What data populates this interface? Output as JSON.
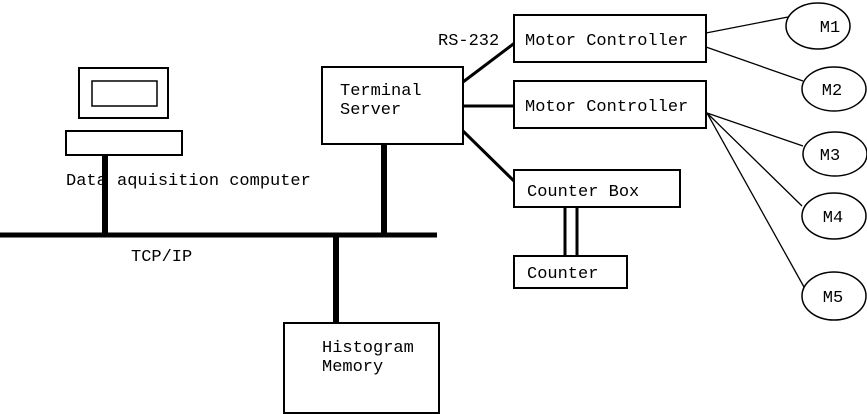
{
  "labels": {
    "computer": "Data aquisition computer",
    "network_bus": "TCP/IP",
    "serial_link": "RS-232"
  },
  "nodes": {
    "terminal_server": {
      "line1": "Terminal",
      "line2": "Server"
    },
    "motor_controller_1": {
      "label": "Motor Controller"
    },
    "motor_controller_2": {
      "label": "Motor Controller"
    },
    "counter_box": {
      "label": "Counter Box"
    },
    "counter": {
      "label": "Counter"
    },
    "histogram_memory": {
      "line1": "Histogram",
      "line2": "Memory"
    },
    "motors": [
      {
        "label": "M1"
      },
      {
        "label": "M2"
      },
      {
        "label": "M3"
      },
      {
        "label": "M4"
      },
      {
        "label": "M5"
      }
    ]
  },
  "colors": {
    "background": "#ffffff",
    "line": "#000000",
    "text": "#000000"
  }
}
